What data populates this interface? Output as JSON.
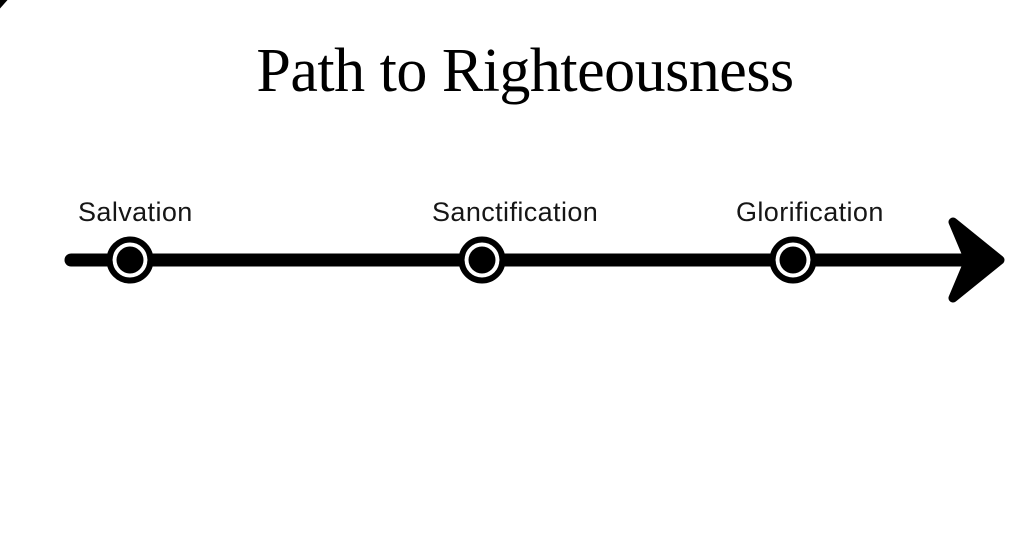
{
  "theme": {
    "background": "#ffffff",
    "ink": "#000000",
    "label_ink": "#161616"
  },
  "title": {
    "text": "Path to Righteousness"
  },
  "timeline": {
    "direction": "left-to-right",
    "arrow_icon": "right-arrowhead",
    "marker_icon": "ringed-dot",
    "stages": [
      {
        "label": "Salvation"
      },
      {
        "label": "Sanctification"
      },
      {
        "label": "Glorification"
      }
    ]
  },
  "artifacts": {
    "corner_mark": "black corner fragment at top-left"
  }
}
